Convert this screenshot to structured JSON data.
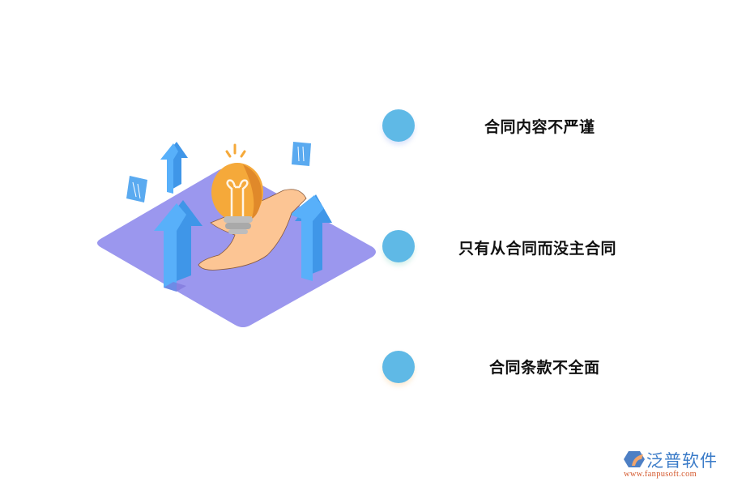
{
  "items": [
    {
      "label": "合同内容不严谨",
      "dot_color": "#5fb9e6"
    },
    {
      "label": "只有从合同而没主合同",
      "dot_color": "#5fb9e6"
    },
    {
      "label": "合同条款不全面",
      "dot_color": "#5fb9e6"
    }
  ],
  "illustration": {
    "description": "isometric purple platform with blue up-arrows, hand holding light bulb, floating documents",
    "colors": {
      "platform": "#9b97ee",
      "arrow": "#4fa8f5",
      "bulb": "#f5a93a",
      "hand": "#fcc594",
      "document": "#5aaaf0"
    }
  },
  "logo": {
    "name": "泛普软件",
    "url": "www.fanpusoft.com"
  }
}
